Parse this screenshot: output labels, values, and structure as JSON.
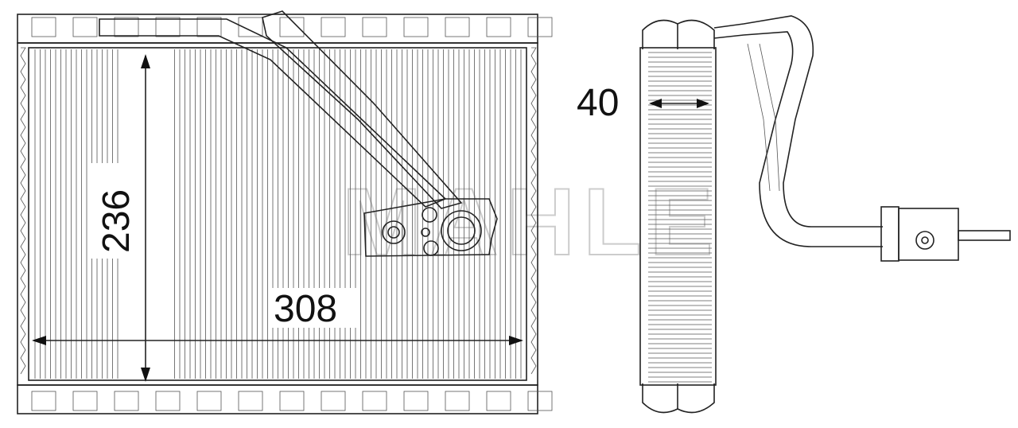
{
  "drawing": {
    "front_view": {
      "height_dimension": "236",
      "width_dimension": "308"
    },
    "side_view": {
      "depth_dimension": "40"
    },
    "watermark": "MAHLE",
    "colors": {
      "line": "#222222",
      "background": "#ffffff",
      "watermark": "#cccccc"
    }
  }
}
